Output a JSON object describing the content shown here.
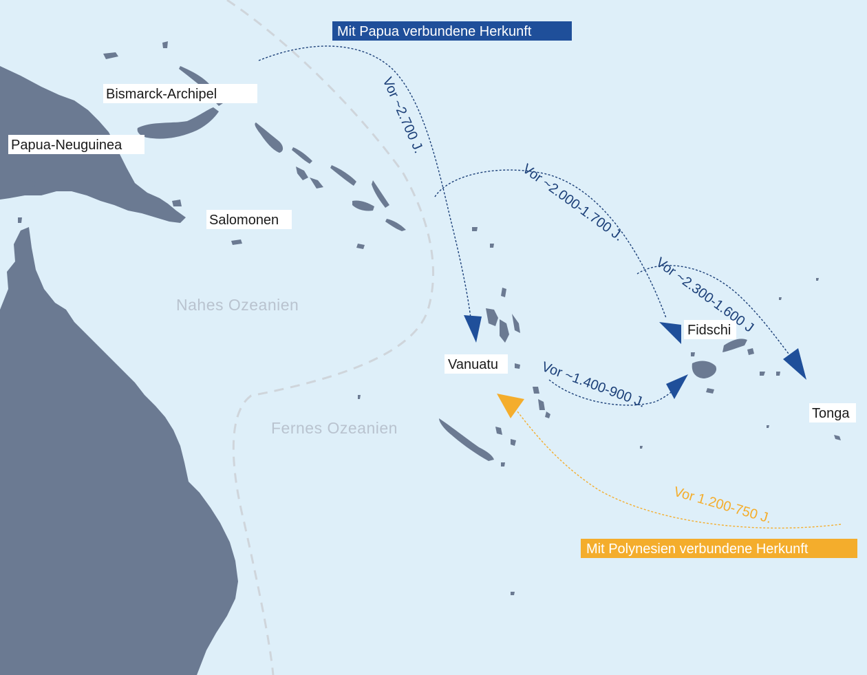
{
  "colors": {
    "ocean": "#deeff9",
    "land": "#6b7a92",
    "boundary": "#cfd5db",
    "papuan": "#1f4f9a",
    "papuan_route": "#1b3f78",
    "polynesian": "#f4ad2c"
  },
  "legend": {
    "papuan": "Mit Papua verbundene Herkunft",
    "polynesian": "Mit Polynesien verbundene Herkunft"
  },
  "regions": {
    "near": "Nahes Ozeanien",
    "remote": "Fernes Ozeanien"
  },
  "places": {
    "bismarck": "Bismarck-Archipel",
    "png": "Papua-Neuguinea",
    "solomons": "Salomonen",
    "vanuatu": "Vanuatu",
    "fiji": "Fidschi",
    "tonga": "Tonga"
  },
  "routes": {
    "to_vanuatu": "Vor ~2.700 J.",
    "to_fiji": "Vor ~2.000-1.700 J.",
    "to_tonga": "Vor ~2.300-1.600 J",
    "vanuatu_fiji": "Vor ~1.400-900 J.",
    "polynesia_vanuatu": "Vor 1.200-750 J."
  }
}
